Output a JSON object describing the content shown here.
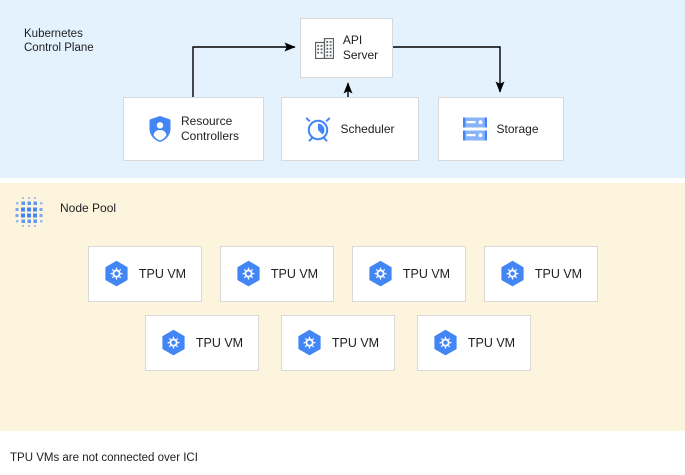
{
  "diagram": {
    "footer_note": "TPU VMs are not connected over ICI",
    "colors": {
      "control_plane_band": "#e3f2fd",
      "node_pool_band": "#fdf4dd",
      "accent_blue": "#4285f4",
      "icon_grey": "#5f6368",
      "box_border": "#d9d9d9",
      "text": "#202124",
      "connector": "#000000"
    }
  },
  "control_plane": {
    "title": "Kubernetes\nControl Plane",
    "nodes": [
      {
        "id": "api-server",
        "label": "API\nServer",
        "icon": "office-building-icon"
      },
      {
        "id": "resource-controllers",
        "label": "Resource\nControllers",
        "icon": "shield-user-icon"
      },
      {
        "id": "scheduler",
        "label": "Scheduler",
        "icon": "alarm-clock-icon"
      },
      {
        "id": "storage",
        "label": "Storage",
        "icon": "server-rack-icon"
      }
    ],
    "connectors": [
      {
        "from": "resource-controllers",
        "to": "api-server",
        "direction": "to-api-server"
      },
      {
        "from": "scheduler",
        "to": "api-server",
        "direction": "to-api-server"
      },
      {
        "from": "api-server",
        "to": "storage",
        "direction": "to-storage"
      }
    ]
  },
  "node_pool": {
    "title": "Node Pool",
    "icon": "dot-grid-icon",
    "rows": [
      {
        "vms": [
          {
            "label": "TPU VM",
            "icon": "compute-engine-hex-icon"
          },
          {
            "label": "TPU VM",
            "icon": "compute-engine-hex-icon"
          },
          {
            "label": "TPU VM",
            "icon": "compute-engine-hex-icon"
          },
          {
            "label": "TPU VM",
            "icon": "compute-engine-hex-icon"
          }
        ]
      },
      {
        "vms": [
          {
            "label": "TPU VM",
            "icon": "compute-engine-hex-icon"
          },
          {
            "label": "TPU VM",
            "icon": "compute-engine-hex-icon"
          },
          {
            "label": "TPU VM",
            "icon": "compute-engine-hex-icon"
          }
        ]
      }
    ]
  }
}
